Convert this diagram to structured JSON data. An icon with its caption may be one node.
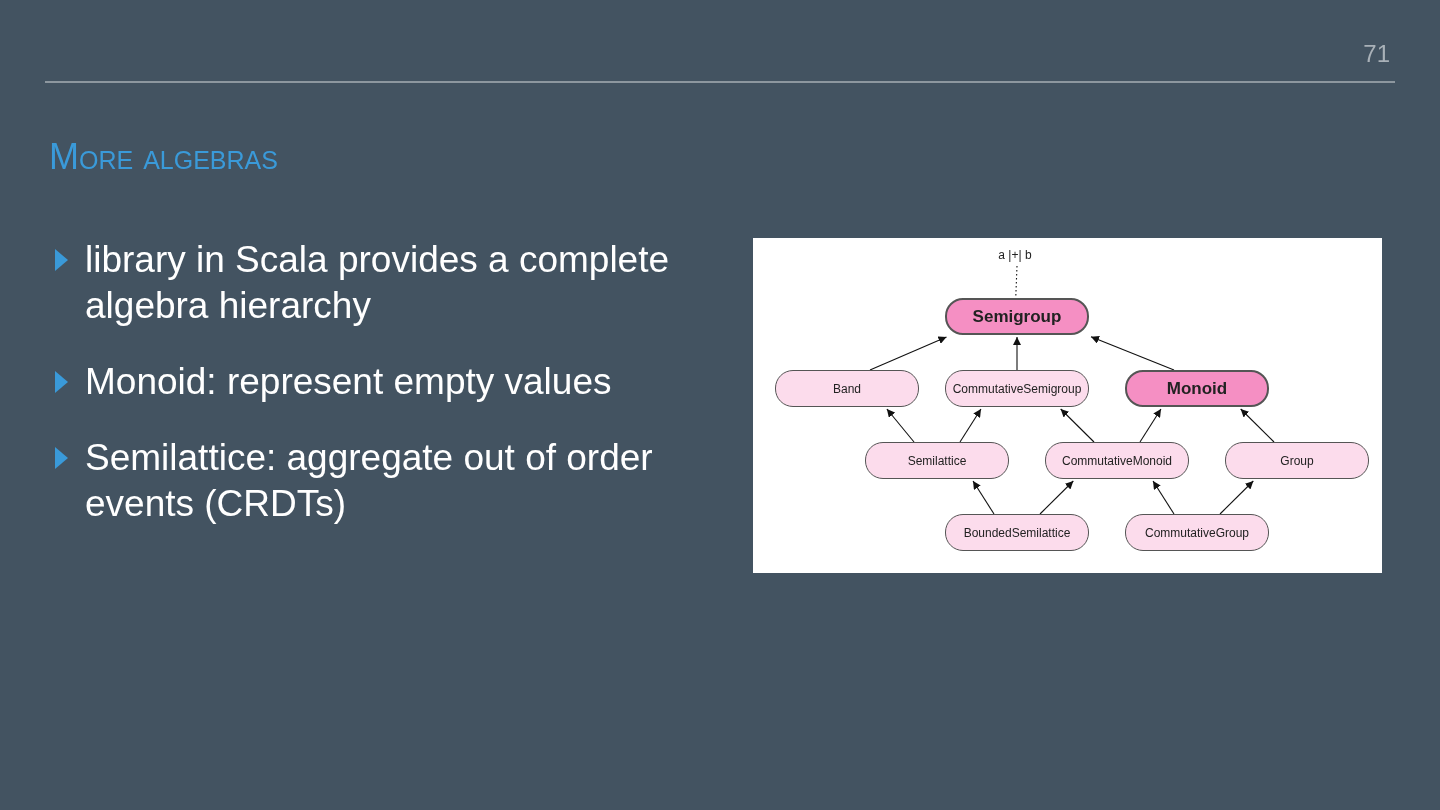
{
  "diagram": {
    "title": "More algebras",
    "nodes": [
      {
        "text": [
          "a |+| b"
        ]
      },
      {
        "text": [
          "Semigroup"
        ]
      },
      {
        "text": [
          "Band"
        ]
      },
      {
        "text": [
          "CommutativeSemigroup"
        ]
      },
      {
        "text": [
          "Monoid"
        ]
      },
      {
        "text": [
          "Semilattice"
        ]
      },
      {
        "text": [
          "CommutativeMonoid"
        ]
      },
      {
        "text": [
          "Group"
        ]
      },
      {
        "text": [
          "BoundedSemilattice"
        ]
      },
      {
        "text": [
          "CommutativeGroup"
        ]
      }
    ],
    "edges": [
      {
        "from": 0,
        "to": 1,
        "arrow": "none",
        "style": "dashed"
      },
      {
        "from": 2,
        "to": 1,
        "arrow": "to"
      },
      {
        "from": 3,
        "to": 1,
        "arrow": "to"
      },
      {
        "from": 4,
        "to": 1,
        "arrow": "to"
      },
      {
        "from": 5,
        "to": 2,
        "arrow": "to"
      },
      {
        "from": 5,
        "to": 3,
        "arrow": "to"
      },
      {
        "from": 6,
        "to": 3,
        "arrow": "to"
      },
      {
        "from": 6,
        "to": 4,
        "arrow": "to"
      },
      {
        "from": 7,
        "to": 4,
        "arrow": "to"
      },
      {
        "from": 8,
        "to": 5,
        "arrow": "to"
      },
      {
        "from": 8,
        "to": 6,
        "arrow": "to"
      },
      {
        "from": 9,
        "to": 6,
        "arrow": "to"
      },
      {
        "from": 9,
        "to": 7,
        "arrow": "to"
      }
    ],
    "labels": [
      "71",
      "library in Scala provides a complete algebra hierarchy",
      "Monoid: represent empty values",
      "Semilattice: aggregate out of order events (CRDTs)"
    ]
  }
}
